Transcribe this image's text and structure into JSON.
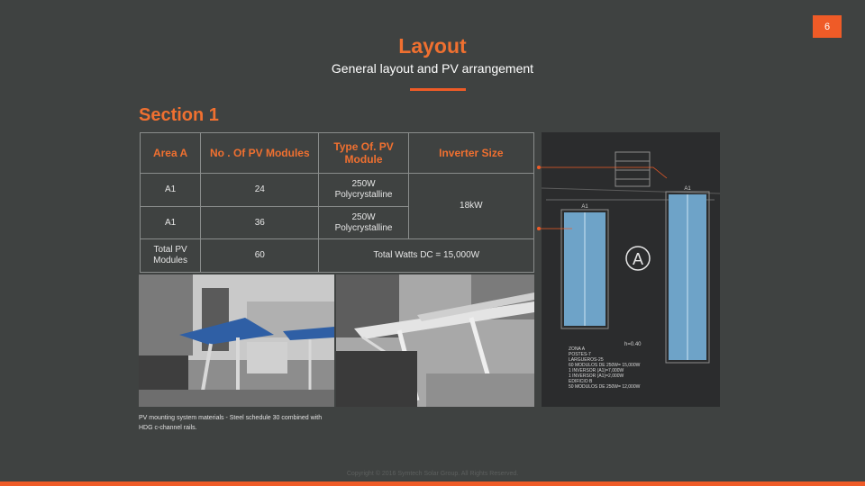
{
  "page": {
    "number": "6"
  },
  "header": {
    "title": "Layout",
    "subtitle": "General layout and PV arrangement"
  },
  "section": {
    "title": "Section 1"
  },
  "table": {
    "headers": [
      "Area A",
      "No . Of PV Modules",
      "Type Of. PV Module",
      "Inverter Size"
    ],
    "rows": [
      {
        "area": "A1",
        "modules": "24",
        "type_line1": "250W",
        "type_line2": "Polycrystalline"
      },
      {
        "area": "A1",
        "modules": "36",
        "type_line1": "250W",
        "type_line2": "Polycrystalline"
      }
    ],
    "inverter": "18kW",
    "total": {
      "label_line1": "Total PV",
      "label_line2": "Modules",
      "modules": "60",
      "watts": "Total Watts DC = 15,000W"
    }
  },
  "caption": "PV mounting system materials - Steel schedule 30 combined with HDG c-channel rails.",
  "plan": {
    "marker": "A",
    "label_left": "A1",
    "label_right": "A1",
    "dim": "h=0.40",
    "notes": [
      "ZONA A",
      "POSTES-7",
      "LARGUEROS-25",
      "60 MODULOS DE 250W= 15,000W",
      "1 INVERSOR (A1)=7,000W",
      "1 INVERSOR (A1)=2,000W",
      "EDIFICIO B",
      "50 MODULOS DE 250W= 12,000W"
    ]
  },
  "footer": {
    "copyright": "Copyright © 2016 Symtech Solar Group. All Rights Reserved."
  },
  "colors": {
    "background": "#3f4241",
    "accent": "#ef5b27"
  }
}
